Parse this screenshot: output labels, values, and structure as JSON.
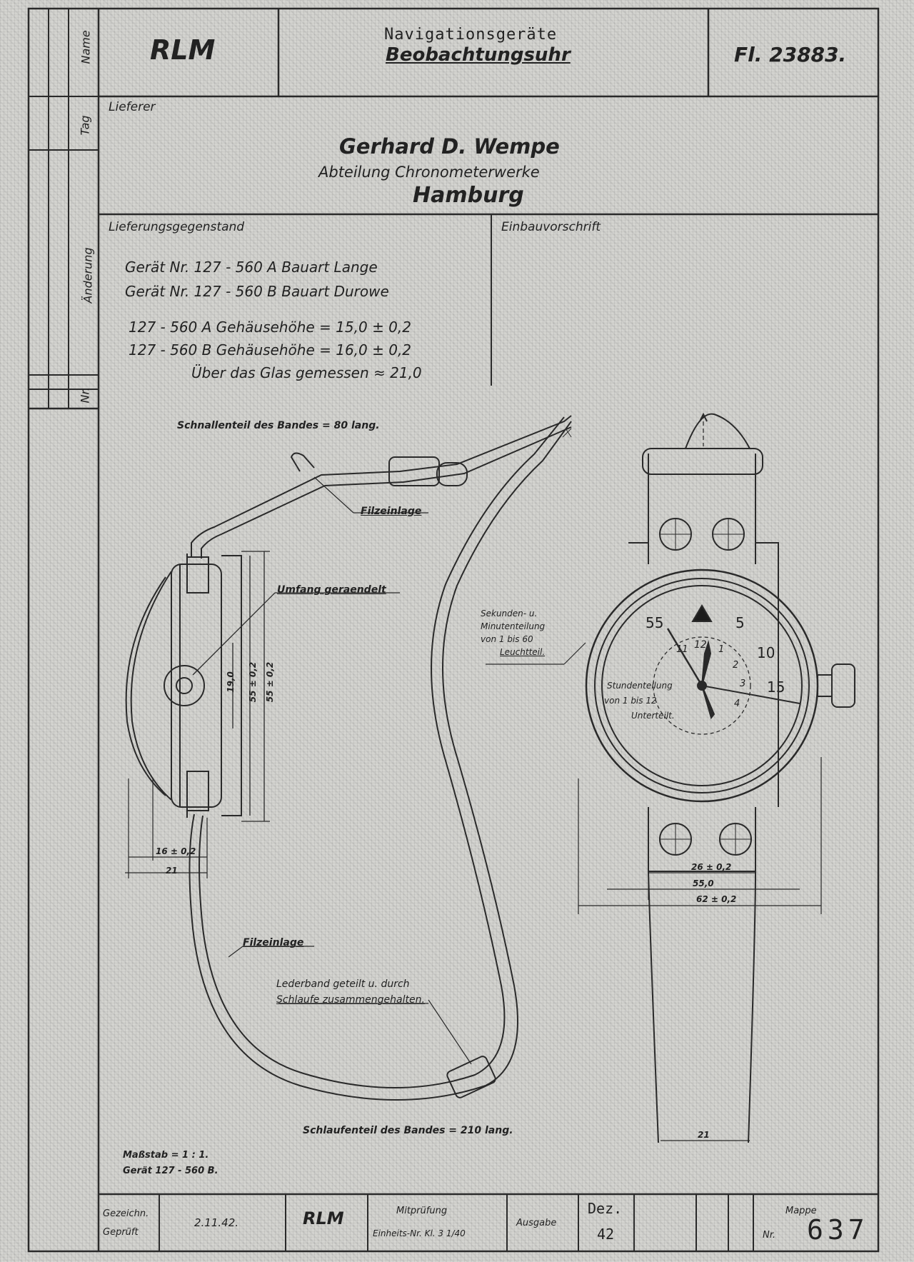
{
  "title_block": {
    "authority": "RLM",
    "category": "Navigationsgeräte",
    "item_name": "Beobachtungsuhr",
    "drawing_number": "Fl. 23883."
  },
  "revision_column": {
    "name_label": "Name",
    "tag_label": "Tag",
    "aenderung_label": "Änderung",
    "nr_label": "Nr."
  },
  "supplier": {
    "label": "Lieferer",
    "company": "Gerhard D. Wempe",
    "department": "Abteilung Chronometerwerke",
    "city": "Hamburg"
  },
  "delivery": {
    "label": "Lieferungsgegenstand",
    "lines": [
      "Gerät Nr.   127 - 560 A    Bauart  Lange",
      "Gerät Nr.   127 - 560 B    Bauart  Durowe",
      "127 - 560 A    Gehäusehöhe  =   15,0 ± 0,2",
      "127 - 560 B    Gehäusehöhe  =   16,0 ± 0,2",
      "Über das Glas gemessen  ≈  21,0"
    ]
  },
  "installation": {
    "label": "Einbauvorschrift"
  },
  "annotations": {
    "schnallenteil": "Schnallenteil des Bandes = 80 lang.",
    "filzeinlage_top": "Filzeinlage",
    "umfang": "Umfang geraendelt",
    "sekunden": [
      "Sekunden- u.",
      "Minutenteilung",
      "von 1 bis 60",
      "Leuchtteil."
    ],
    "stunden": [
      "Stundenteilung",
      "von 1 bis 12",
      "Unterteilt."
    ],
    "filzeinlage_bottom": "Filzeinlage",
    "lederband": [
      "Lederband geteilt u. durch",
      "Schlaufe zusammengehalten."
    ],
    "schlaufenteil": "Schlaufenteil des Bandes = 210 lang.",
    "massstab": [
      "Maßstab = 1 : 1.",
      "Gerät 127 - 560 B."
    ]
  },
  "dimensions": {
    "side_height_1": "19,0",
    "side_height_2": "55 ± 0,2",
    "side_height_3": "55 ± 0,2",
    "side_16": "16 ± 0,2",
    "side_21": "21",
    "front_26": "26 ± 0,2",
    "front_55": "55,0",
    "front_62": "62 ± 0,2",
    "strap_21": "21"
  },
  "dial": {
    "outer_numbers": [
      "55",
      "5",
      "10",
      "15"
    ],
    "inner_numbers": [
      "11",
      "12",
      "1",
      "2",
      "3",
      "4"
    ]
  },
  "bottom_block": {
    "gezeichnet_label": "Gezeichn.",
    "geprueft_label": "Geprüft",
    "date": "2.11.42.",
    "authority": "RLM",
    "mitpruefung_label": "Mitprüfung",
    "einheits_label": "Einheits-Nr.  Kl. 3 1/40",
    "ausgabe_label": "Ausgabe",
    "issue_month": "Dez.",
    "issue_year": "42",
    "mappe_label": "Mappe",
    "nr_label": "Nr.",
    "sheet_number": "637"
  }
}
